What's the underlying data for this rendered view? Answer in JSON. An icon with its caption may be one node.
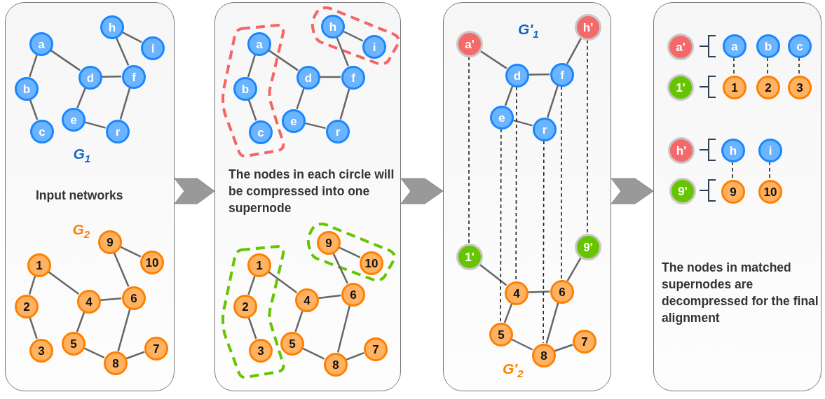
{
  "diagram": {
    "nodes": [
      {
        "text": [
          "G$_{1}$",
          "Input networks",
          "G$_{2}$"
        ]
      },
      {
        "text": [
          "a"
        ],
        "in": 0
      },
      {
        "text": [
          "b"
        ],
        "in": 0
      },
      {
        "text": [
          "c"
        ],
        "in": 0
      },
      {
        "text": [
          "d"
        ],
        "in": 0
      },
      {
        "text": [
          "e"
        ],
        "in": 0
      },
      {
        "text": [
          "f"
        ],
        "in": 0
      },
      {
        "text": [
          "r"
        ],
        "in": 0
      },
      {
        "text": [
          "h"
        ],
        "in": 0
      },
      {
        "text": [
          "i"
        ],
        "in": 0
      },
      {
        "text": [
          "1"
        ],
        "in": 0
      },
      {
        "text": [
          "2"
        ],
        "in": 0
      },
      {
        "text": [
          "3"
        ],
        "in": 0
      },
      {
        "text": [
          "4"
        ],
        "in": 0
      },
      {
        "text": [
          "5"
        ],
        "in": 0
      },
      {
        "text": [
          "6"
        ],
        "in": 0
      },
      {
        "text": [
          "7"
        ],
        "in": 0
      },
      {
        "text": [
          "8"
        ],
        "in": 0
      },
      {
        "text": [
          "9"
        ],
        "in": 0
      },
      {
        "text": [
          "10"
        ],
        "in": 0
      },
      {
        "text": [
          "The nodes in each circle will be compressed into one supernode"
        ]
      },
      {
        "text": [],
        "shape": "box",
        "in": 20
      },
      {
        "text": [
          "a"
        ],
        "in": 21
      },
      {
        "text": [
          "b"
        ],
        "in": 21
      },
      {
        "text": [
          "c"
        ],
        "in": 21
      },
      {
        "text": [],
        "shape": "box",
        "in": 20
      },
      {
        "text": [
          "h"
        ],
        "in": 25
      },
      {
        "text": [
          "i"
        ],
        "in": 25
      },
      {
        "text": [
          "d"
        ],
        "in": 20
      },
      {
        "text": [
          "e"
        ],
        "in": 20
      },
      {
        "text": [
          "f"
        ],
        "in": 20
      },
      {
        "text": [
          "r"
        ],
        "in": 20
      },
      {
        "text": [],
        "shape": "box",
        "in": 20
      },
      {
        "text": [
          "1"
        ],
        "in": 32
      },
      {
        "text": [
          "2"
        ],
        "in": 32
      },
      {
        "text": [
          "3"
        ],
        "in": 32
      },
      {
        "text": [],
        "shape": "box",
        "in": 20
      },
      {
        "text": [
          "9"
        ],
        "in": 36
      },
      {
        "text": [
          "10"
        ],
        "in": 36
      },
      {
        "text": [
          "4"
        ],
        "in": 20
      },
      {
        "text": [
          "5"
        ],
        "in": 20
      },
      {
        "text": [
          "6"
        ],
        "in": 20
      },
      {
        "text": [
          "7"
        ],
        "in": 20
      },
      {
        "text": [
          "8"
        ],
        "in": 20
      },
      {
        "text": [
          "G'$_{1}$",
          "G'$_{2}$"
        ]
      },
      {
        "text": [
          "a'"
        ],
        "in": 44
      },
      {
        "text": [
          "h'"
        ],
        "in": 44
      },
      {
        "text": [
          "d"
        ],
        "in": 44
      },
      {
        "text": [
          "e"
        ],
        "in": 44
      },
      {
        "text": [
          "f"
        ],
        "in": 44
      },
      {
        "text": [
          "r"
        ],
        "in": 44
      },
      {
        "text": [
          "1'"
        ],
        "in": 44
      },
      {
        "text": [
          "9'"
        ],
        "in": 44
      },
      {
        "text": [
          "4"
        ],
        "in": 44
      },
      {
        "text": [
          "5"
        ],
        "in": 44
      },
      {
        "text": [
          "6"
        ],
        "in": 44
      },
      {
        "text": [
          "7"
        ],
        "in": 44
      },
      {
        "text": [
          "8"
        ],
        "in": 44
      },
      {
        "text": [
          "The nodes in matched supernodes are decompressed for the final alignment"
        ]
      },
      {
        "text": [
          "a'"
        ],
        "in": 58
      },
      {
        "text": [
          "a"
        ],
        "in": 58
      },
      {
        "text": [
          "b"
        ],
        "in": 58
      },
      {
        "text": [
          "c"
        ],
        "in": 58
      },
      {
        "text": [
          "1'"
        ],
        "in": 58
      },
      {
        "text": [
          "1"
        ],
        "in": 58
      },
      {
        "text": [
          "2"
        ],
        "in": 58
      },
      {
        "text": [
          "3"
        ],
        "in": 58
      },
      {
        "text": [
          "h'"
        ],
        "in": 58
      },
      {
        "text": [
          "h"
        ],
        "in": 58
      },
      {
        "text": [
          "i"
        ],
        "in": 58
      },
      {
        "text": [
          "9'"
        ],
        "in": 58
      },
      {
        "text": [
          "9"
        ],
        "in": 58
      },
      {
        "text": [
          "10"
        ],
        "in": 58
      }
    ],
    "edges": [
      {
        "from": 1,
        "to": 2,
        "arrow": "none"
      },
      {
        "from": 2,
        "to": 3,
        "arrow": "none"
      },
      {
        "from": 1,
        "to": 4,
        "arrow": "none"
      },
      {
        "from": 4,
        "to": 6,
        "arrow": "none"
      },
      {
        "from": 4,
        "to": 5,
        "arrow": "none"
      },
      {
        "from": 5,
        "to": 7,
        "arrow": "none"
      },
      {
        "from": 6,
        "to": 7,
        "arrow": "none"
      },
      {
        "from": 6,
        "to": 8,
        "arrow": "none"
      },
      {
        "from": 8,
        "to": 9,
        "arrow": "none"
      },
      {
        "from": 10,
        "to": 11,
        "arrow": "none"
      },
      {
        "from": 11,
        "to": 12,
        "arrow": "none"
      },
      {
        "from": 10,
        "to": 13,
        "arrow": "none"
      },
      {
        "from": 13,
        "to": 15,
        "arrow": "none"
      },
      {
        "from": 13,
        "to": 14,
        "arrow": "none"
      },
      {
        "from": 14,
        "to": 17,
        "arrow": "none"
      },
      {
        "from": 15,
        "to": 17,
        "arrow": "none"
      },
      {
        "from": 15,
        "to": 18,
        "arrow": "none"
      },
      {
        "from": 18,
        "to": 19,
        "arrow": "none"
      },
      {
        "from": 17,
        "to": 16,
        "arrow": "none"
      },
      {
        "from": 22,
        "to": 23,
        "arrow": "none"
      },
      {
        "from": 23,
        "to": 24,
        "arrow": "none"
      },
      {
        "from": 22,
        "to": 28,
        "arrow": "none"
      },
      {
        "from": 28,
        "to": 30,
        "arrow": "none"
      },
      {
        "from": 28,
        "to": 29,
        "arrow": "none"
      },
      {
        "from": 29,
        "to": 31,
        "arrow": "none"
      },
      {
        "from": 30,
        "to": 31,
        "arrow": "none"
      },
      {
        "from": 30,
        "to": 26,
        "arrow": "none"
      },
      {
        "from": 26,
        "to": 27,
        "arrow": "none"
      },
      {
        "from": 33,
        "to": 34,
        "arrow": "none"
      },
      {
        "from": 34,
        "to": 35,
        "arrow": "none"
      },
      {
        "from": 33,
        "to": 39,
        "arrow": "none"
      },
      {
        "from": 39,
        "to": 41,
        "arrow": "none"
      },
      {
        "from": 39,
        "to": 40,
        "arrow": "none"
      },
      {
        "from": 40,
        "to": 43,
        "arrow": "none"
      },
      {
        "from": 41,
        "to": 43,
        "arrow": "none"
      },
      {
        "from": 41,
        "to": 37,
        "arrow": "none"
      },
      {
        "from": 37,
        "to": 38,
        "arrow": "none"
      },
      {
        "from": 43,
        "to": 42,
        "arrow": "none"
      },
      {
        "from": 45,
        "to": 47,
        "arrow": "none"
      },
      {
        "from": 47,
        "to": 49,
        "arrow": "none"
      },
      {
        "from": 47,
        "to": 48,
        "arrow": "none"
      },
      {
        "from": 48,
        "to": 50,
        "arrow": "none"
      },
      {
        "from": 49,
        "to": 50,
        "arrow": "none"
      },
      {
        "from": 46,
        "to": 49,
        "arrow": "none"
      },
      {
        "from": 51,
        "to": 53,
        "arrow": "none"
      },
      {
        "from": 53,
        "to": 55,
        "arrow": "none"
      },
      {
        "from": 53,
        "to": 54,
        "arrow": "none"
      },
      {
        "from": 54,
        "to": 57,
        "arrow": "none"
      },
      {
        "from": 55,
        "to": 57,
        "arrow": "none"
      },
      {
        "from": 52,
        "to": 55,
        "arrow": "none"
      },
      {
        "from": 57,
        "to": 56,
        "arrow": "none"
      },
      {
        "from": 45,
        "to": 51,
        "arrow": "none",
        "style": "dashed",
        "color": "#222222"
      },
      {
        "from": 47,
        "to": 53,
        "arrow": "none",
        "style": "dashed",
        "color": "#222222"
      },
      {
        "from": 48,
        "to": 54,
        "arrow": "none",
        "style": "dashed",
        "color": "#222222"
      },
      {
        "from": 50,
        "to": 57,
        "arrow": "none",
        "style": "dashed",
        "color": "#222222"
      },
      {
        "from": 49,
        "to": 55,
        "arrow": "none",
        "style": "dashed",
        "color": "#222222"
      },
      {
        "from": 46,
        "to": 52,
        "arrow": "none",
        "style": "dashed",
        "color": "#222222"
      },
      {
        "from": 60,
        "to": 64,
        "arrow": "none",
        "style": "dashed",
        "color": "#222222"
      },
      {
        "from": 61,
        "to": 65,
        "arrow": "none",
        "style": "dashed",
        "color": "#222222"
      },
      {
        "from": 62,
        "to": 66,
        "arrow": "none",
        "style": "dashed",
        "color": "#222222"
      },
      {
        "from": 68,
        "to": 71,
        "arrow": "none",
        "style": "dashed",
        "color": "#222222"
      },
      {
        "from": 69,
        "to": 72,
        "arrow": "none",
        "style": "dashed",
        "color": "#222222"
      },
      {
        "from": 0,
        "to": 20,
        "arrow": "to",
        "style": "thick",
        "color": "#999999"
      },
      {
        "from": 20,
        "to": 44,
        "arrow": "to",
        "style": "thick",
        "color": "#999999"
      },
      {
        "from": 44,
        "to": 58,
        "arrow": "to",
        "style": "thick",
        "color": "#999999"
      }
    ]
  }
}
